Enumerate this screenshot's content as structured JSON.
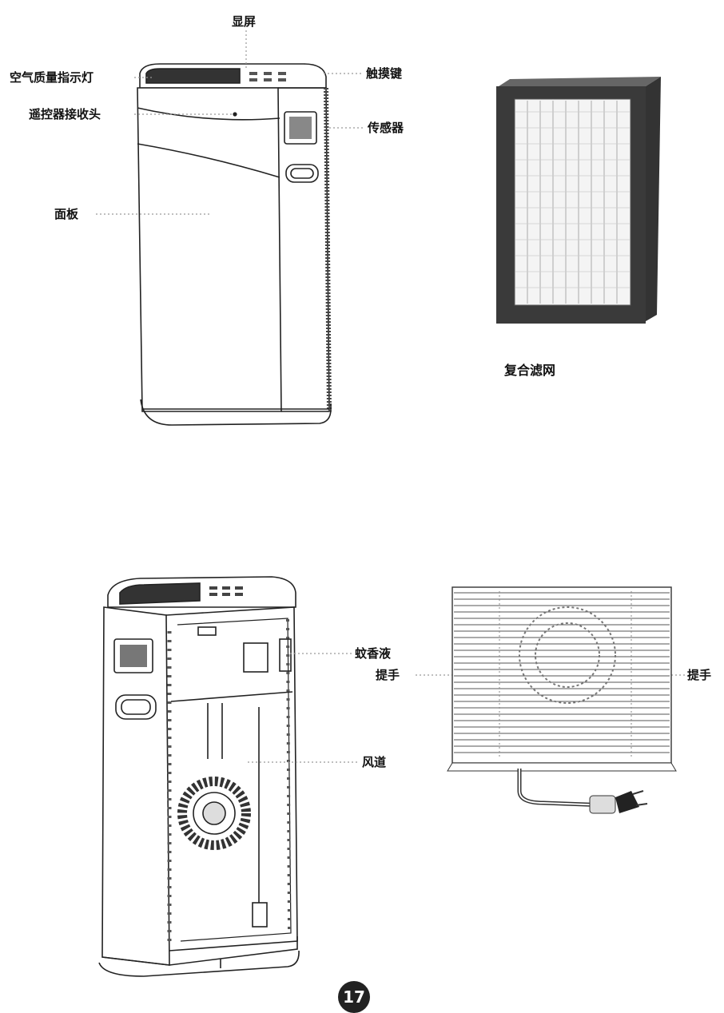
{
  "labels": {
    "display": "显屏",
    "air_quality_light": "空气质量指示灯",
    "touch_keys": "触摸键",
    "remote_receiver": "遥控器接收头",
    "sensor": "传感器",
    "panel": "面板",
    "composite_filter": "复合滤网",
    "mosquito_liquid": "蚊香液",
    "handle_left": "提手",
    "handle_right": "提手",
    "air_duct": "风道"
  },
  "page_number": "17"
}
